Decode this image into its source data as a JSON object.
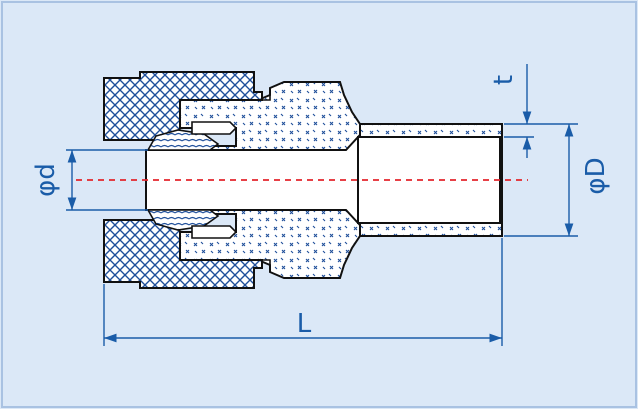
{
  "diagram": {
    "labels": {
      "phi_d": "φd",
      "thickness": "t",
      "phi_D": "φD",
      "length": "L"
    }
  },
  "colors": {
    "background": "#dbe8f7",
    "border": "#a9c2e2",
    "dimension": "#1a5ca8",
    "outline": "#111111",
    "hatch": "#1f4f9a",
    "centerline": "#e4262c"
  }
}
